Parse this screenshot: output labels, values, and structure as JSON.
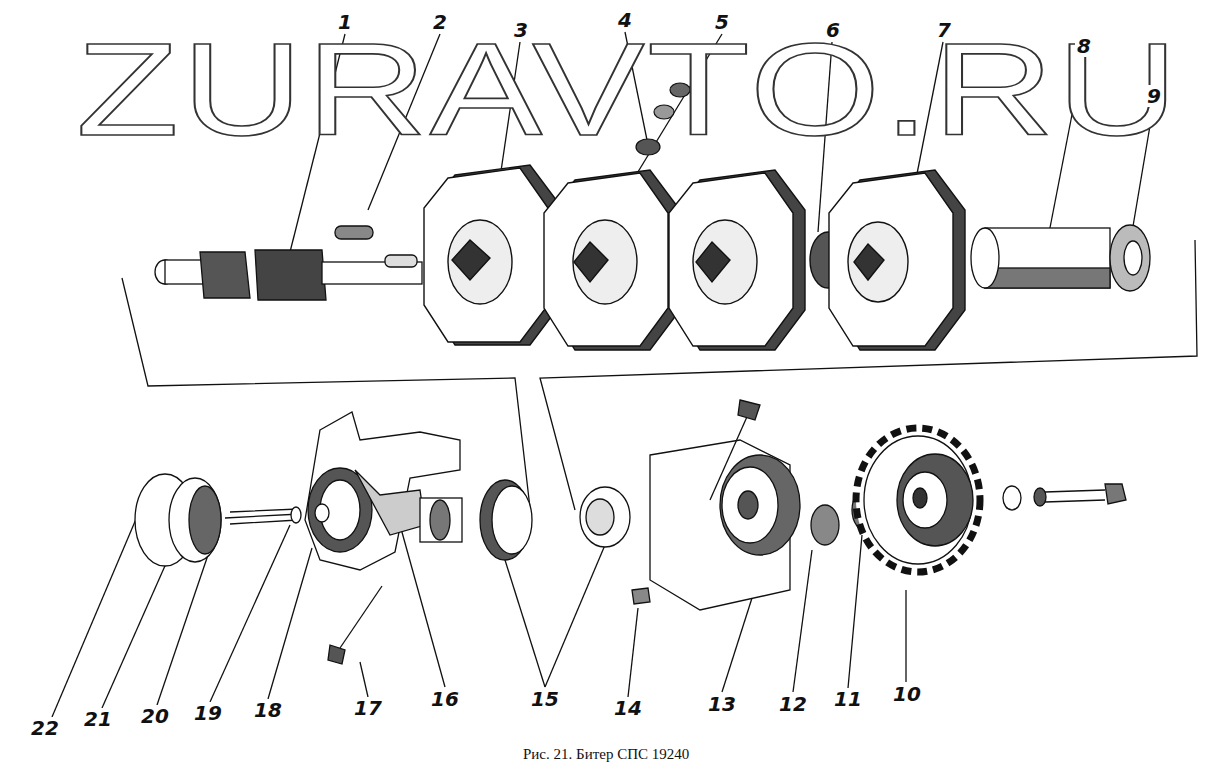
{
  "diagram": {
    "caption": "Рис. 21. Битер СПС 19240",
    "labels": [
      "ZURAVTO.RU",
      "1",
      "2",
      "3",
      "4",
      "5",
      "6",
      "7",
      "8",
      "9",
      "22",
      "21",
      "20",
      "19",
      "18",
      "17",
      "16",
      "15",
      "14",
      "13",
      "12",
      "11",
      "10"
    ]
  }
}
